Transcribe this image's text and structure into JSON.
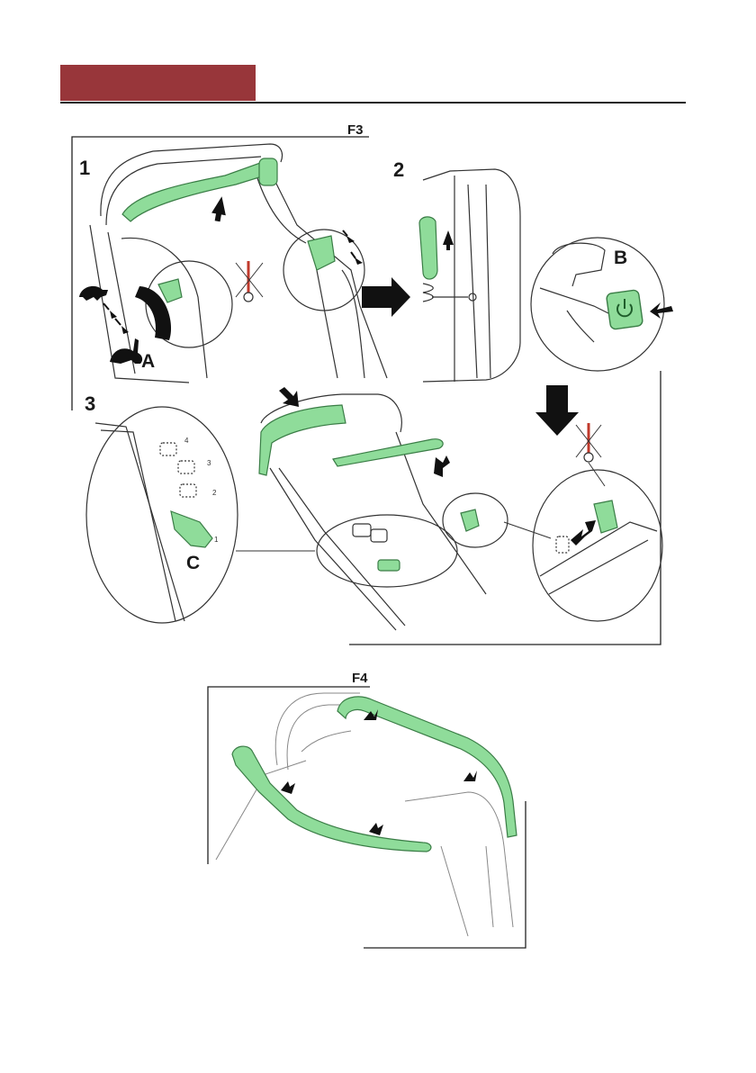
{
  "header": {
    "accent_color": "#98363a"
  },
  "figures": [
    {
      "label": "F3",
      "steps": [
        {
          "number": "1",
          "callout": "A"
        },
        {
          "number": "2",
          "callout": "B"
        },
        {
          "number": "3",
          "callout": "C"
        }
      ],
      "lever_positions": [
        "1",
        "2",
        "3",
        "4"
      ]
    },
    {
      "label": "F4"
    }
  ],
  "colors": {
    "highlight": "#8fdc9a",
    "highlight_stroke": "#3a7d46",
    "line": "#333333",
    "warning": "#c0392b"
  }
}
